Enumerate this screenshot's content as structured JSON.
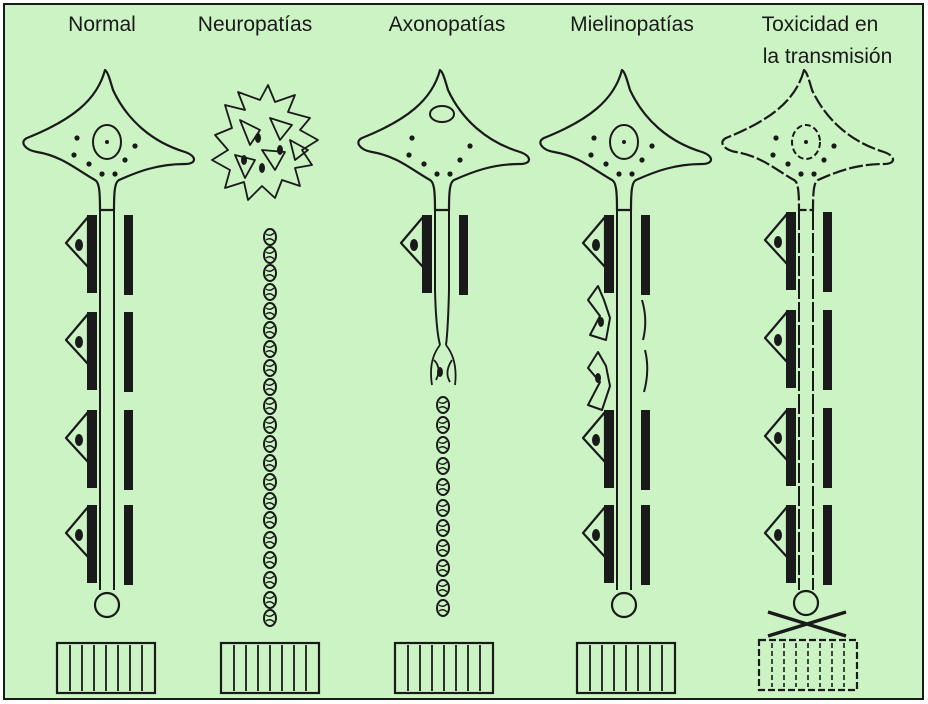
{
  "labels": {
    "normal": "Normal",
    "neuropatias": "Neuropatías",
    "axonopatias": "Axonopatías",
    "mielinopatias": "Mielinopatías",
    "toxicidad_line1": "Toxicidad en",
    "toxicidad_line2": "la transmisión"
  },
  "colors": {
    "background": "#ccf3c4",
    "ink": "#1a1a1a"
  }
}
